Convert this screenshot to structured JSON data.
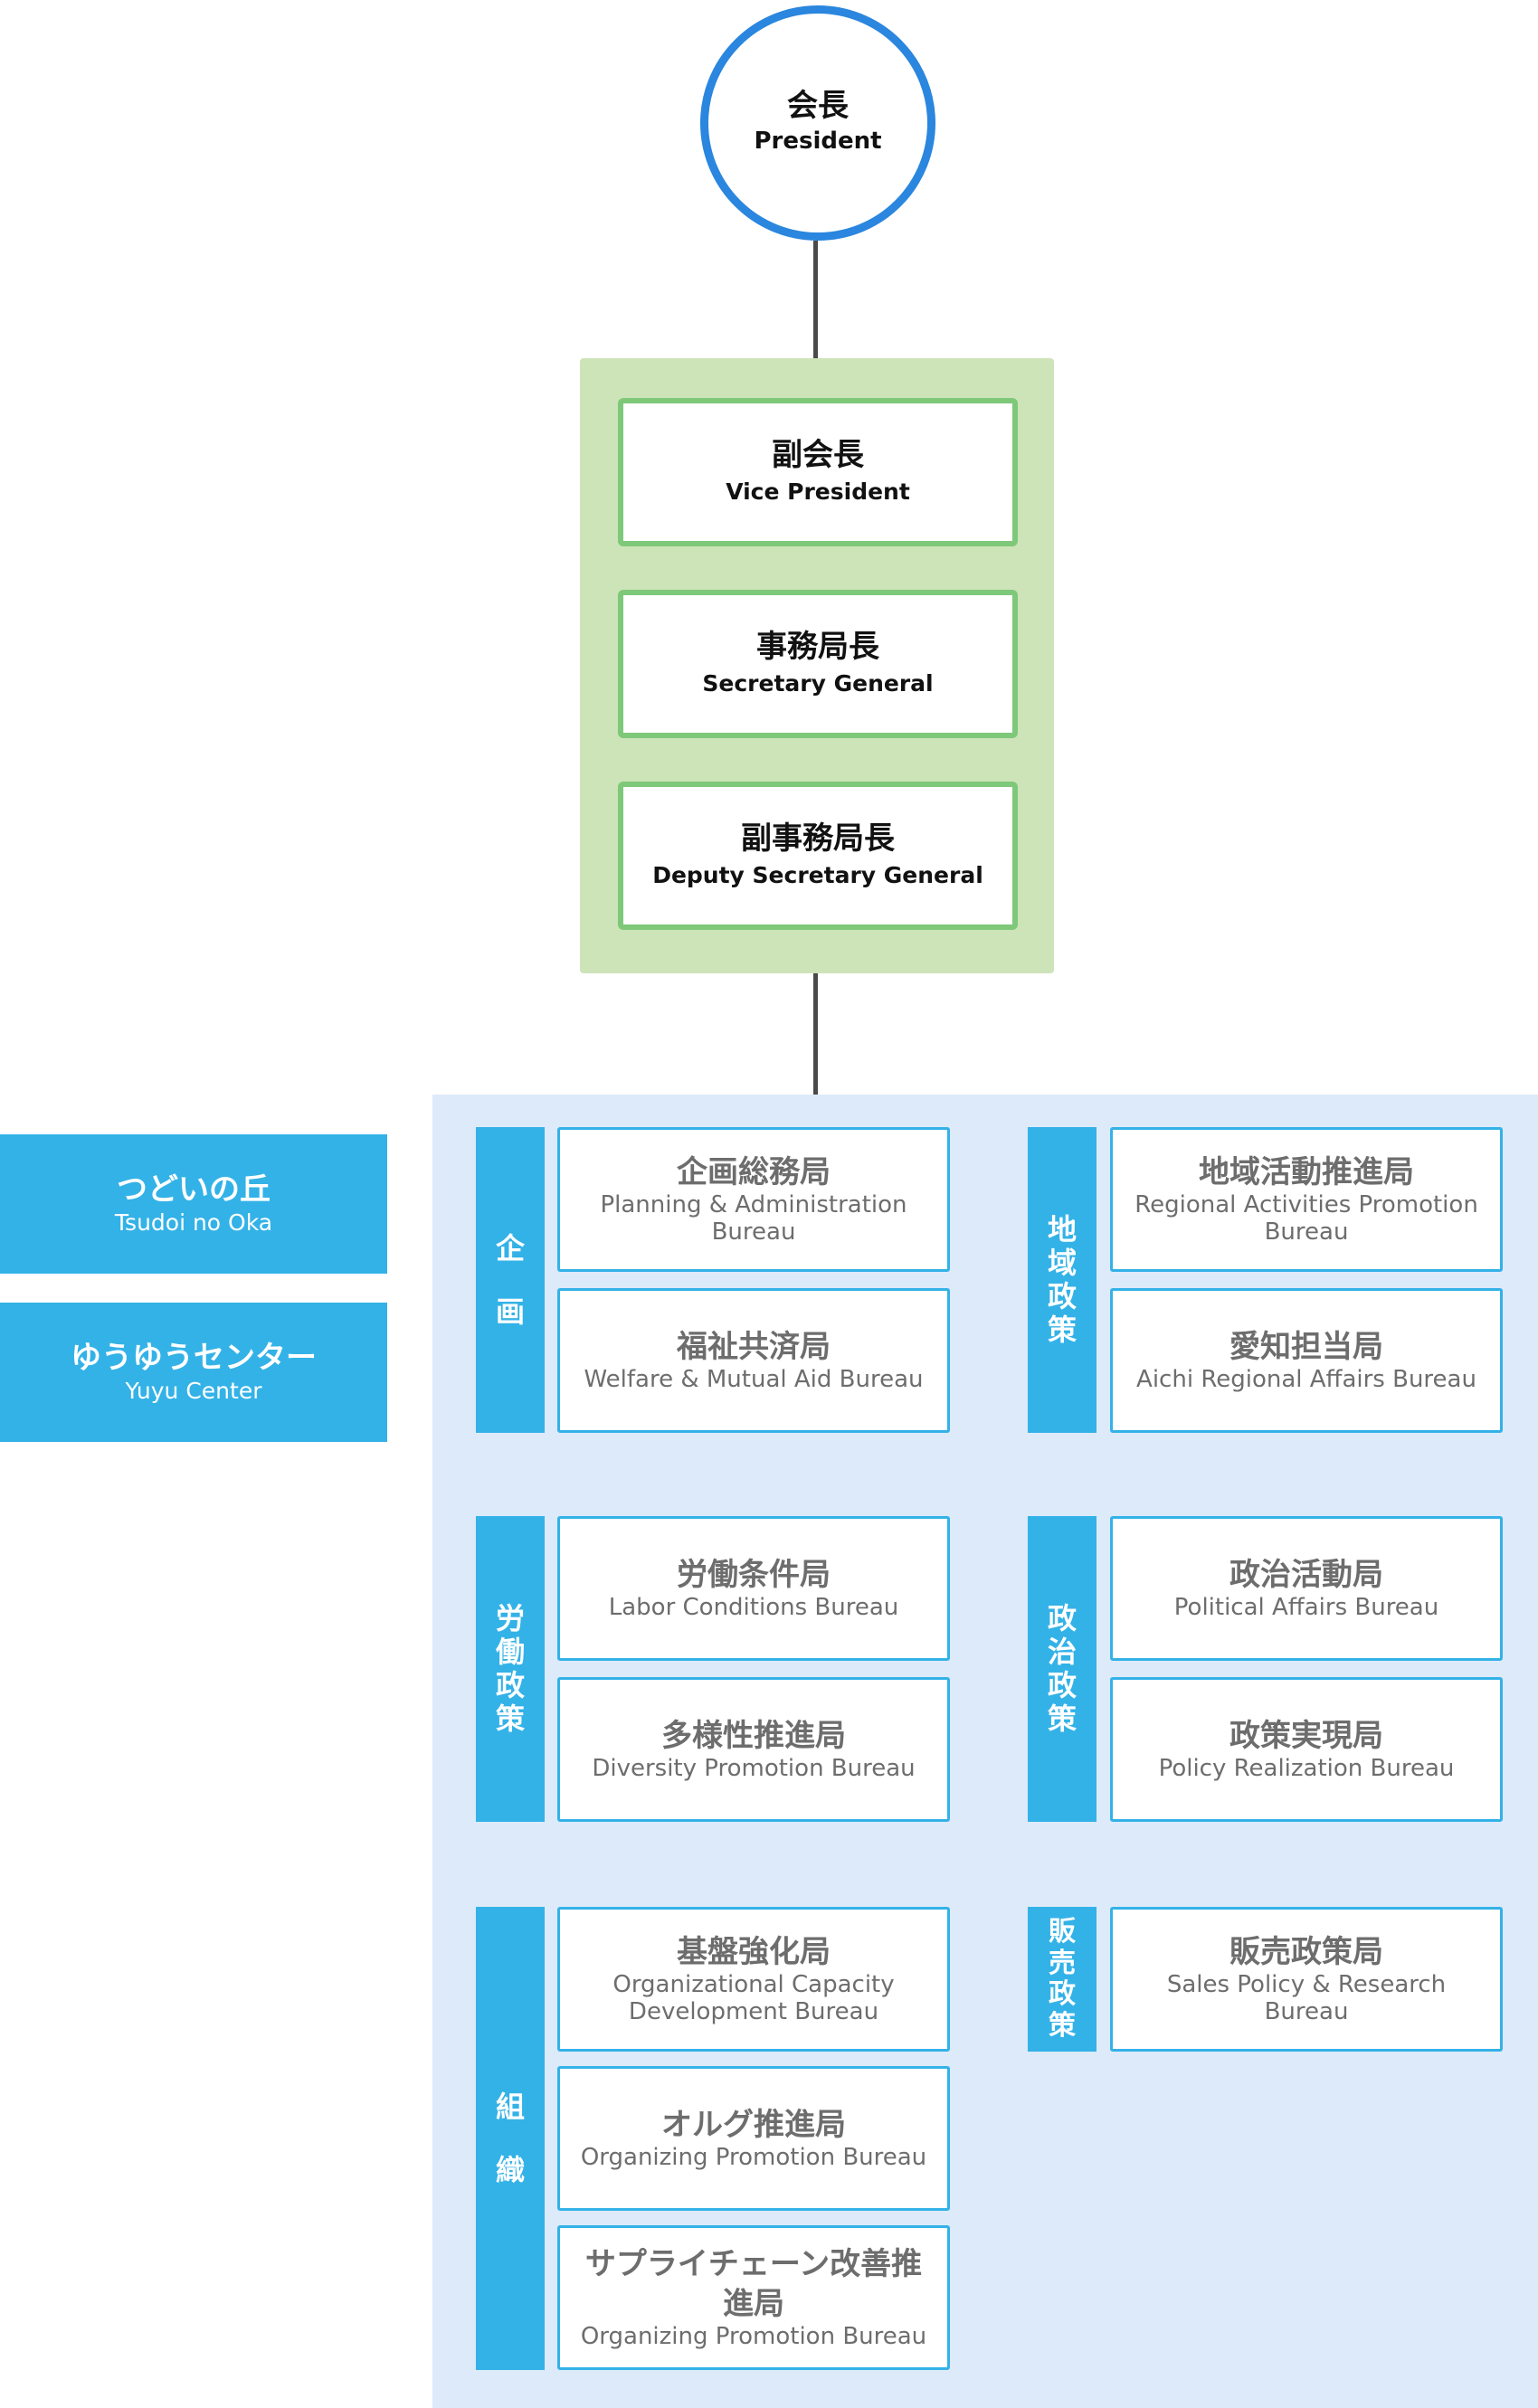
{
  "president": {
    "jp": "会長",
    "en": "President"
  },
  "executives": [
    {
      "jp": "副会長",
      "en": "Vice President"
    },
    {
      "jp": "事務局長",
      "en": "Secretary General"
    },
    {
      "jp": "副事務局長",
      "en": "Deputy Secretary General"
    }
  ],
  "side": [
    {
      "jp": "つどいの丘",
      "en": "Tsudoi no Oka"
    },
    {
      "jp": "ゆうゆうセンター",
      "en": "Yuyu Center"
    }
  ],
  "categories": {
    "kikaku": [
      "企",
      "画"
    ],
    "chiiki": [
      "地",
      "域",
      "政",
      "策"
    ],
    "roudou": [
      "労",
      "働",
      "政",
      "策"
    ],
    "seiji": [
      "政",
      "治",
      "政",
      "策"
    ],
    "soshiki": [
      "組",
      "織"
    ],
    "hanbai": [
      "販",
      "売",
      "政",
      "策"
    ]
  },
  "bureaus": {
    "planning": {
      "jp": "企画総務局",
      "en": "Planning & Administration Bureau"
    },
    "welfare": {
      "jp": "福祉共済局",
      "en": "Welfare & Mutual Aid Bureau"
    },
    "regional": {
      "jp": "地域活動推進局",
      "en": "Regional Activities Promotion Bureau"
    },
    "aichi": {
      "jp": "愛知担当局",
      "en": "Aichi Regional Affairs Bureau"
    },
    "labor": {
      "jp": "労働条件局",
      "en": "Labor Conditions Bureau"
    },
    "diversity": {
      "jp": "多様性推進局",
      "en": "Diversity Promotion Bureau"
    },
    "political": {
      "jp": "政治活動局",
      "en": "Political Affairs Bureau"
    },
    "policy": {
      "jp": "政策実現局",
      "en": "Policy Realization Bureau"
    },
    "capacity": {
      "jp": "基盤強化局",
      "en": "Organizational Capacity Development Bureau"
    },
    "organizing": {
      "jp": "オルグ推進局",
      "en": "Organizing Promotion Bureau"
    },
    "supply": {
      "jp": "サプライチェーン改善推進局",
      "en": "Organizing Promotion Bureau"
    },
    "sales": {
      "jp": "販売政策局",
      "en": "Sales Policy & Research Bureau"
    }
  }
}
